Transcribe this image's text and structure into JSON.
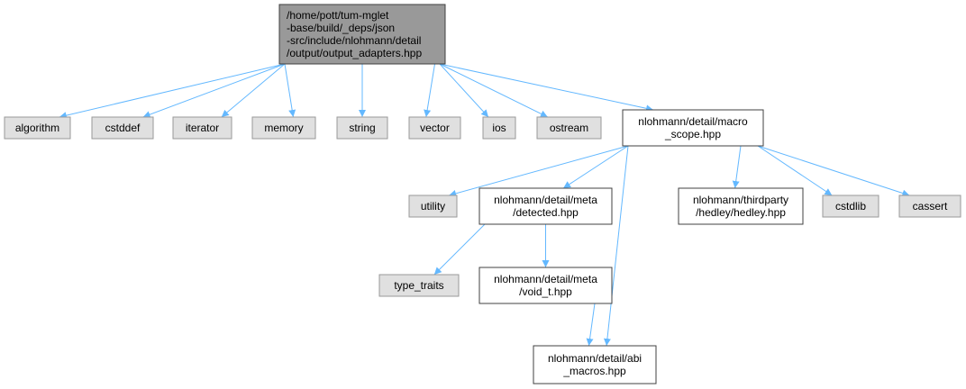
{
  "colors": {
    "root_fill": "#999999",
    "system_fill": "#e0e0e0",
    "system_stroke": "#999999",
    "local_fill": "#ffffff",
    "local_stroke": "#404040",
    "edge": "#63b8ff"
  },
  "nodes": [
    {
      "id": "root",
      "kind": "root",
      "lines": [
        "/home/pott/tum-mglet",
        "-base/build/_deps/json",
        "-src/include/nlohmann/detail",
        "/output/output_adapters.hpp"
      ]
    },
    {
      "id": "algorithm",
      "kind": "system",
      "lines": [
        "algorithm"
      ]
    },
    {
      "id": "cstddef",
      "kind": "system",
      "lines": [
        "cstddef"
      ]
    },
    {
      "id": "iterator",
      "kind": "system",
      "lines": [
        "iterator"
      ]
    },
    {
      "id": "memory",
      "kind": "system",
      "lines": [
        "memory"
      ]
    },
    {
      "id": "string",
      "kind": "system",
      "lines": [
        "string"
      ]
    },
    {
      "id": "vector",
      "kind": "system",
      "lines": [
        "vector"
      ]
    },
    {
      "id": "ios",
      "kind": "system",
      "lines": [
        "ios"
      ]
    },
    {
      "id": "ostream",
      "kind": "system",
      "lines": [
        "ostream"
      ]
    },
    {
      "id": "macro_scope",
      "kind": "local",
      "lines": [
        "nlohmann/detail/macro",
        "_scope.hpp"
      ]
    },
    {
      "id": "utility",
      "kind": "system",
      "lines": [
        "utility"
      ]
    },
    {
      "id": "detected",
      "kind": "local",
      "lines": [
        "nlohmann/detail/meta",
        "/detected.hpp"
      ]
    },
    {
      "id": "hedley",
      "kind": "local",
      "lines": [
        "nlohmann/thirdparty",
        "/hedley/hedley.hpp"
      ]
    },
    {
      "id": "cstdlib",
      "kind": "system",
      "lines": [
        "cstdlib"
      ]
    },
    {
      "id": "cassert",
      "kind": "system",
      "lines": [
        "cassert"
      ]
    },
    {
      "id": "type_traits",
      "kind": "system",
      "lines": [
        "type_traits"
      ]
    },
    {
      "id": "void_t",
      "kind": "local",
      "lines": [
        "nlohmann/detail/meta",
        "/void_t.hpp"
      ]
    },
    {
      "id": "abi_macros",
      "kind": "local",
      "lines": [
        "nlohmann/detail/abi",
        "_macros.hpp"
      ]
    }
  ],
  "edges": [
    {
      "from": "root",
      "to": "algorithm"
    },
    {
      "from": "root",
      "to": "cstddef"
    },
    {
      "from": "root",
      "to": "iterator"
    },
    {
      "from": "root",
      "to": "memory"
    },
    {
      "from": "root",
      "to": "string"
    },
    {
      "from": "root",
      "to": "vector"
    },
    {
      "from": "root",
      "to": "ios"
    },
    {
      "from": "root",
      "to": "ostream"
    },
    {
      "from": "root",
      "to": "macro_scope"
    },
    {
      "from": "macro_scope",
      "to": "utility"
    },
    {
      "from": "macro_scope",
      "to": "detected"
    },
    {
      "from": "macro_scope",
      "to": "hedley"
    },
    {
      "from": "macro_scope",
      "to": "cstdlib"
    },
    {
      "from": "macro_scope",
      "to": "cassert"
    },
    {
      "from": "macro_scope",
      "to": "abi_macros"
    },
    {
      "from": "detected",
      "to": "type_traits"
    },
    {
      "from": "detected",
      "to": "void_t"
    },
    {
      "from": "void_t",
      "to": "abi_macros"
    }
  ]
}
